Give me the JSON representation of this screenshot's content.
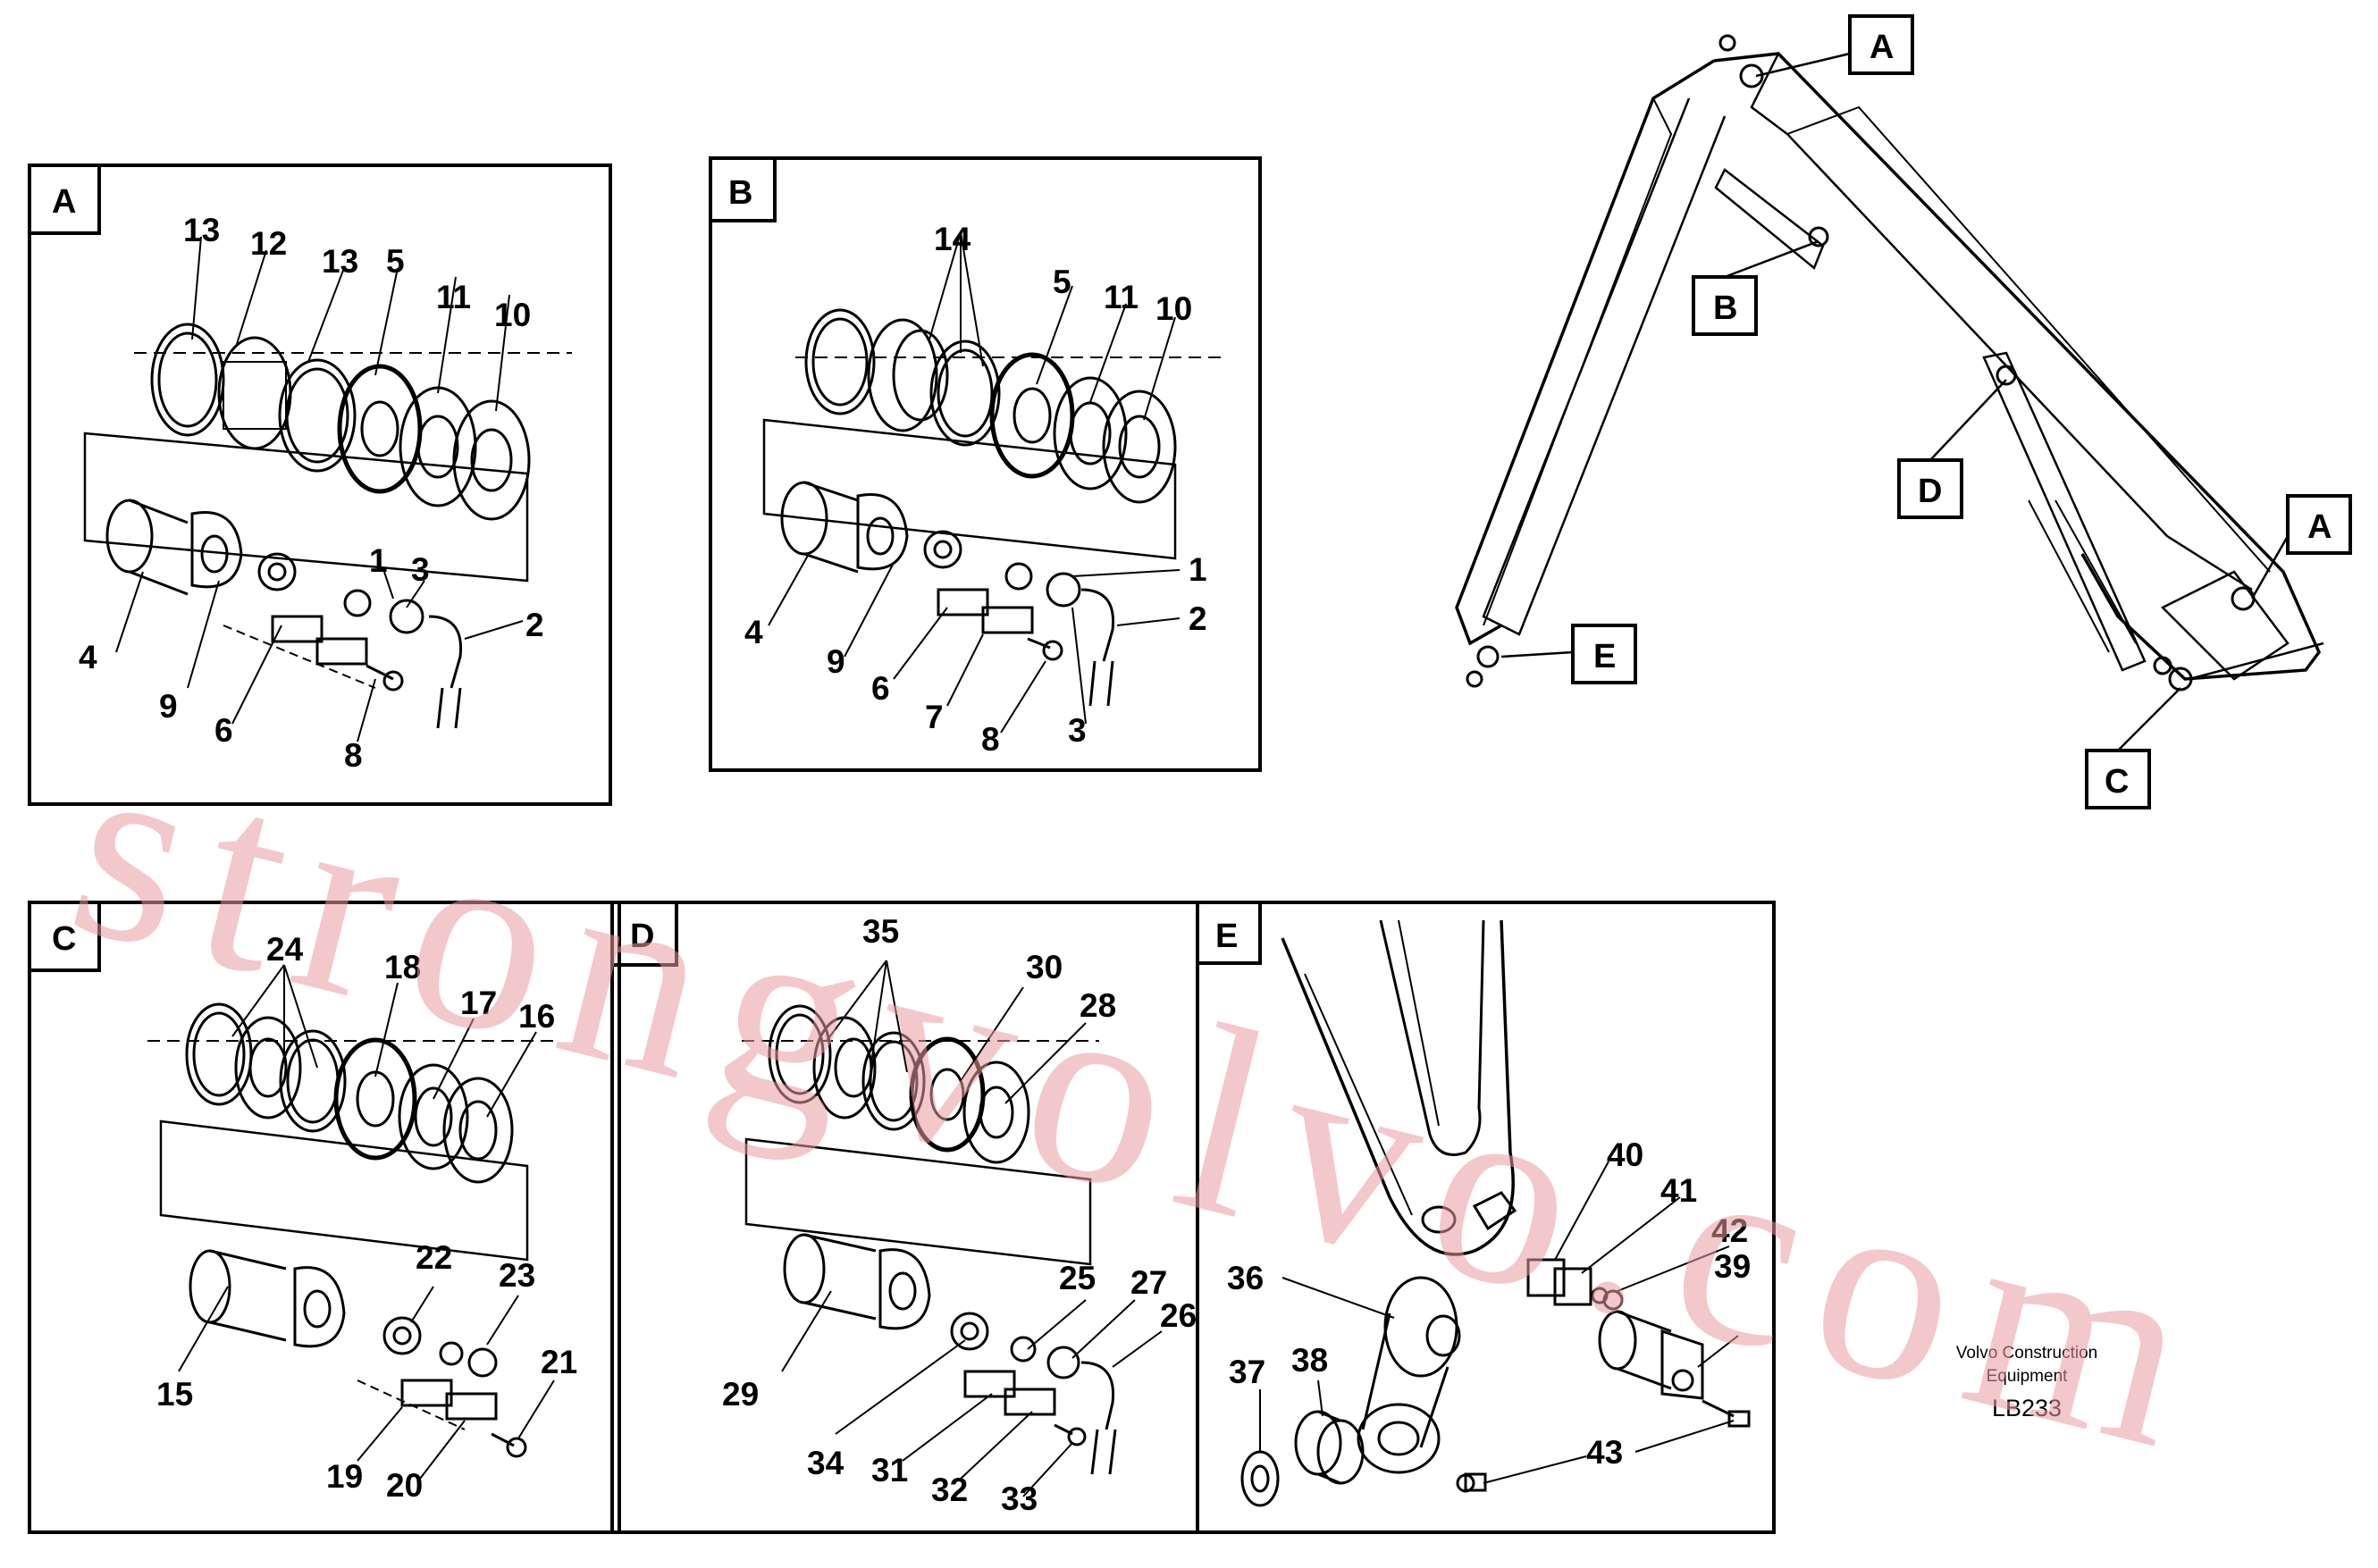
{
  "panels": {
    "a": {
      "tag": "A",
      "labels": [
        "13",
        "12",
        "13",
        "5",
        "11",
        "10",
        "1",
        "3",
        "2",
        "4",
        "9",
        "6",
        "8"
      ]
    },
    "b": {
      "tag": "B",
      "labels": [
        "14",
        "5",
        "11",
        "10",
        "1",
        "2",
        "4",
        "9",
        "6",
        "7",
        "8",
        "3"
      ]
    },
    "c": {
      "tag": "C",
      "labels": [
        "24",
        "18",
        "17",
        "16",
        "22",
        "23",
        "21",
        "15",
        "19",
        "20"
      ]
    },
    "d": {
      "tag": "D",
      "labels": [
        "35",
        "30",
        "28",
        "25",
        "27",
        "26",
        "29",
        "34",
        "31",
        "32",
        "33"
      ]
    },
    "e": {
      "tag": "E",
      "labels": [
        "40",
        "41",
        "42",
        "39",
        "36",
        "37",
        "38",
        "43"
      ]
    }
  },
  "overview": {
    "callouts": [
      "A",
      "B",
      "D",
      "A",
      "E",
      "C"
    ]
  },
  "credit": {
    "line1": "Volvo Construction",
    "line2": "Equipment",
    "code": "LB233"
  },
  "watermark": "strongvolvo.com"
}
